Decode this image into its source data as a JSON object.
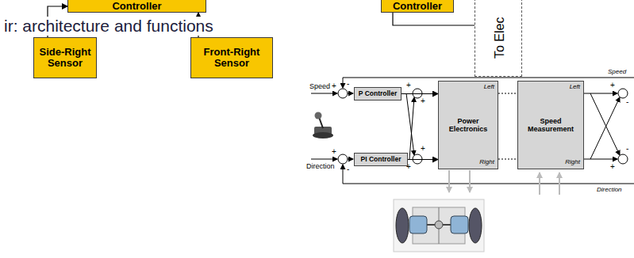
{
  "diagram": {
    "title": "ir: architecture and functions",
    "nodes": [
      {
        "text": [
          "Controller"
        ]
      },
      {
        "text": [
          "Controller"
        ]
      },
      {
        "text": [
          "To Elec"
        ]
      },
      {
        "text": [
          "Side-Right Sensor"
        ]
      },
      {
        "text": [
          "Front-Right Sensor"
        ]
      },
      {
        "text": [
          "P Controller"
        ]
      },
      {
        "text": [
          "PI Controller"
        ]
      },
      {
        "text": [
          "Left",
          "Power Electronics",
          "Right"
        ]
      },
      {
        "text": [
          "Left",
          "Speed Measurement",
          "Right"
        ]
      }
    ],
    "edges": [
      {
        "from": 3,
        "to": 0,
        "arrow": "to"
      },
      {
        "from": 4,
        "to": 0,
        "arrow": "to"
      },
      {
        "from": 1,
        "to": 2,
        "arrow": "none"
      },
      {
        "from": 5,
        "to": 7,
        "arrow": "to"
      },
      {
        "from": 6,
        "to": 7,
        "arrow": "to"
      },
      {
        "from": 7,
        "to": 8,
        "arrow": "none"
      }
    ],
    "labels": [
      "Speed",
      "Direction",
      "Speed",
      "Direction",
      "+",
      "-",
      "+",
      "-",
      "+",
      "+",
      "+",
      "+",
      "+",
      "-",
      "+",
      "-"
    ]
  }
}
